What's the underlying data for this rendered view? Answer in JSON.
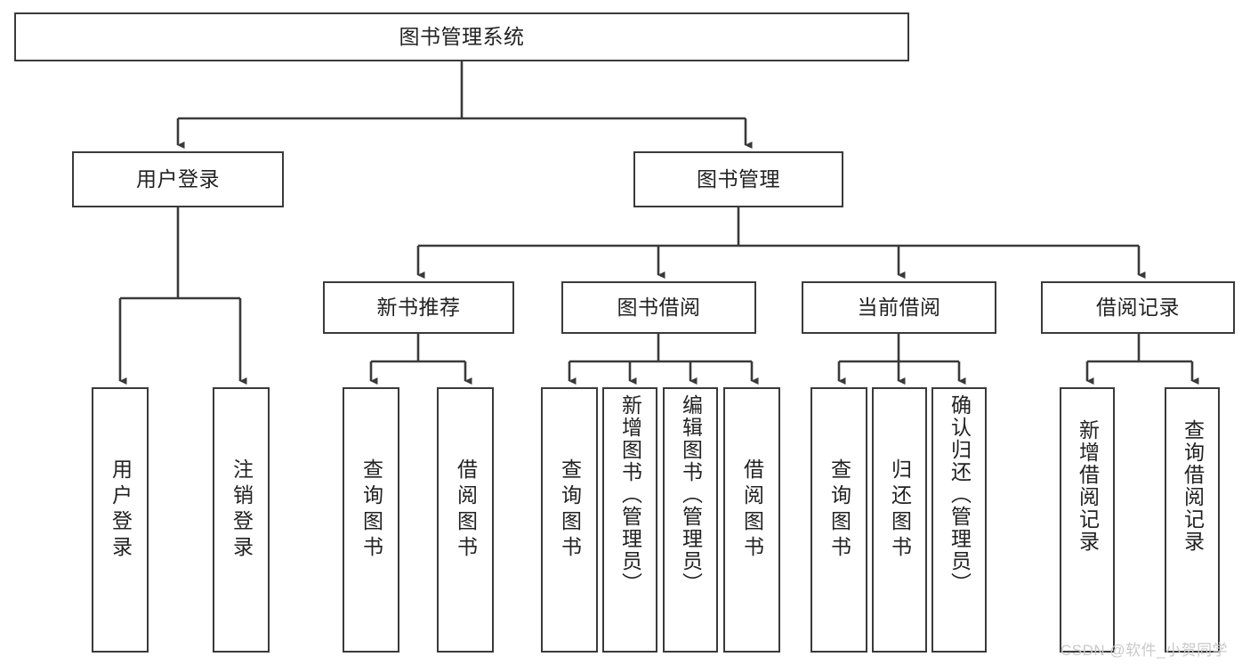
{
  "diagram": {
    "type": "tree",
    "title": "图书管理系统",
    "watermark": "CSDN @软件_小贺同学",
    "colors": {
      "stroke": "#3a3a3a",
      "fill": "#ffffff",
      "text": "#222222",
      "watermark": "#c9c9c9"
    },
    "root": {
      "label": "图书管理系统"
    },
    "level2": [
      {
        "label": "用户登录"
      },
      {
        "label": "图书管理"
      }
    ],
    "level3": [
      {
        "label": "新书推荐"
      },
      {
        "label": "图书借阅"
      },
      {
        "label": "当前借阅"
      },
      {
        "label": "借阅记录"
      }
    ],
    "leaves": {
      "user_login": [
        {
          "label": "用户登录"
        },
        {
          "label": "注销登录"
        }
      ],
      "new_book": [
        {
          "label": "查询图书"
        },
        {
          "label": "借阅图书"
        }
      ],
      "book_borrow": [
        {
          "label": "查询图书"
        },
        {
          "label": "新增图书（管理员）"
        },
        {
          "label": "编辑图书（管理员）"
        },
        {
          "label": "借阅图书"
        }
      ],
      "current_borrow": [
        {
          "label": "查询图书"
        },
        {
          "label": "归还图书"
        },
        {
          "label": "确认归还（管理员）"
        }
      ],
      "borrow_record": [
        {
          "label": "新增借阅记录"
        },
        {
          "label": "查询借阅记录"
        }
      ]
    }
  }
}
